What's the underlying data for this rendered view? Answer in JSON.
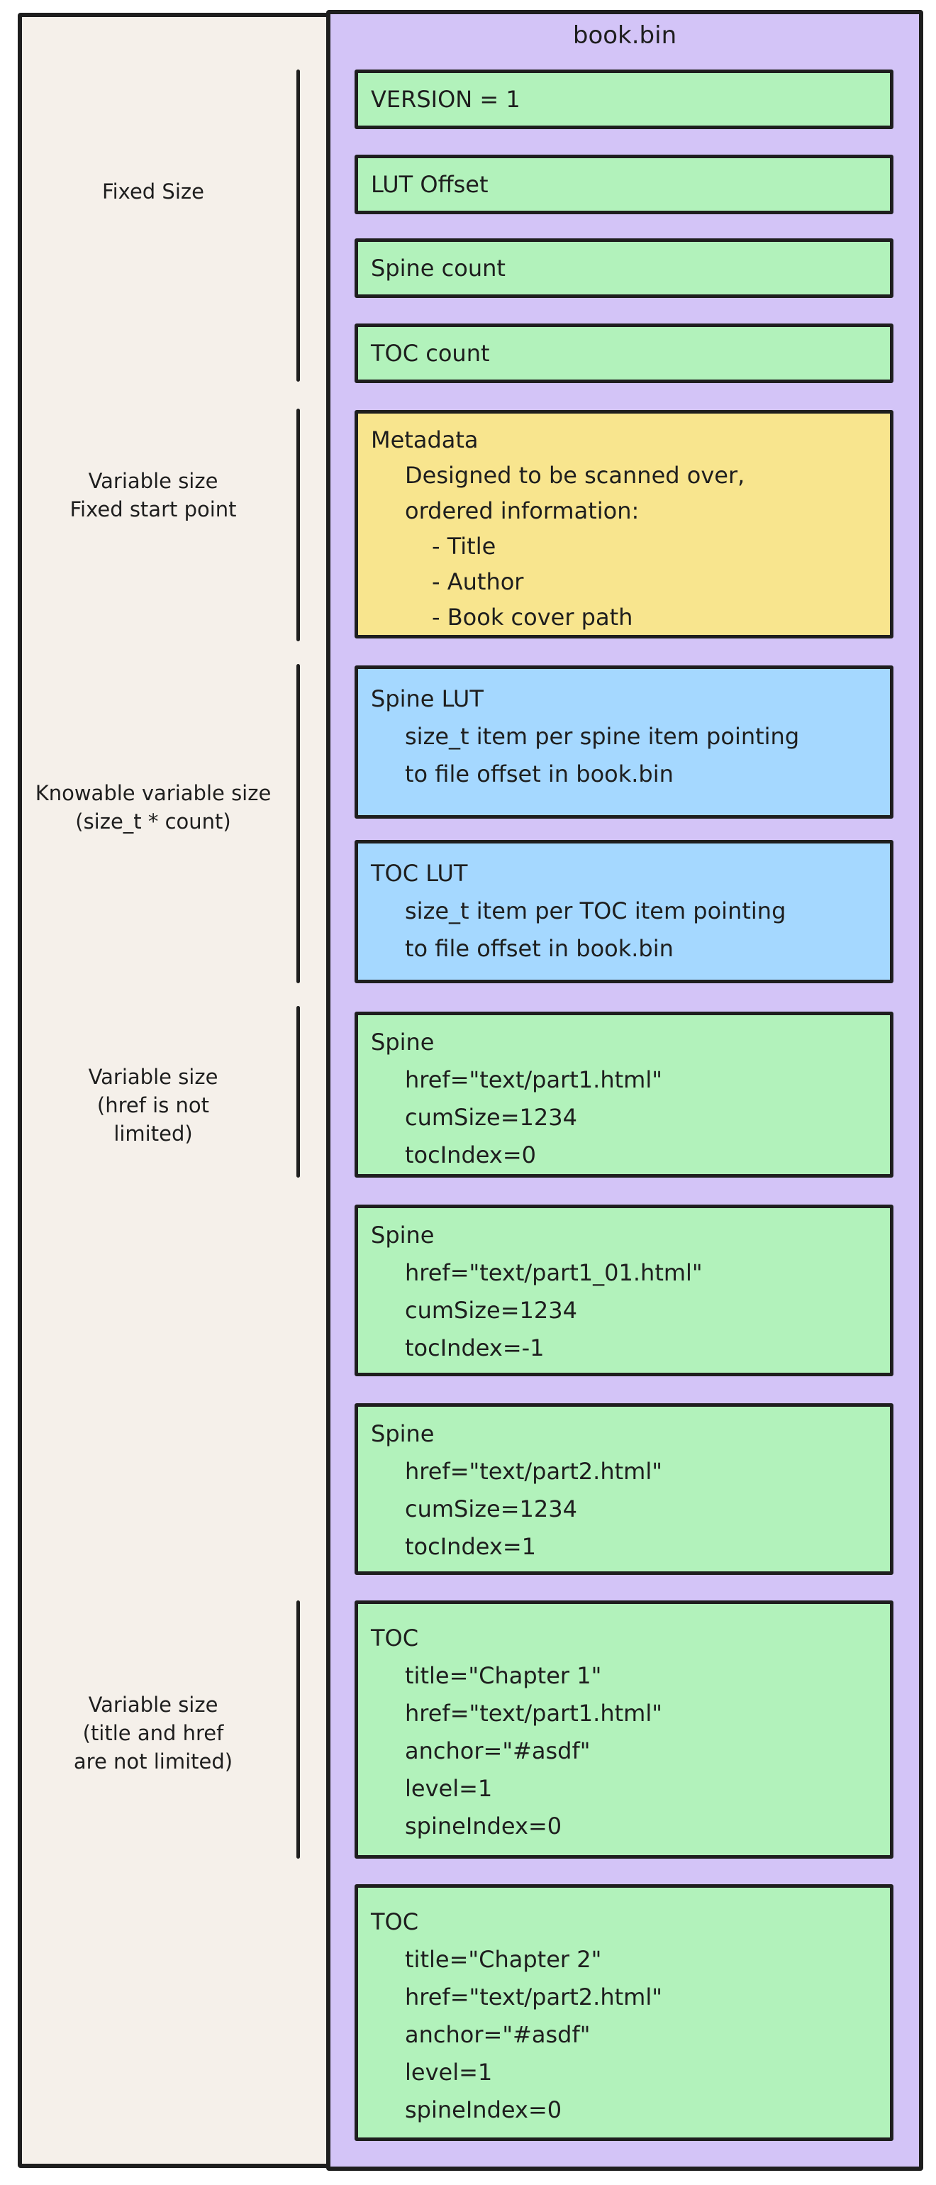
{
  "file": {
    "title": "book.bin"
  },
  "colors": {
    "container_fill": "#d3c4f7",
    "field_fill_green": "#b2f2bb",
    "lut_fill_blue": "#a5d8ff",
    "metadata_fill_yellow": "#f8e58e",
    "background_cream": "#f5f0ea",
    "stroke": "#1e1e1e"
  },
  "left_labels": [
    {
      "lines": [
        "Fixed Size"
      ]
    },
    {
      "lines": [
        "Variable size",
        "Fixed start point"
      ]
    },
    {
      "lines": [
        "Knowable variable size",
        "(size_t * count)"
      ]
    },
    {
      "lines": [
        "Variable size",
        "(href is not",
        "limited)"
      ]
    },
    {
      "lines": [
        "Variable size",
        "(title and href",
        "are not limited)"
      ]
    }
  ],
  "boxes": [
    {
      "kind": "green",
      "title": "VERSION = 1"
    },
    {
      "kind": "green",
      "title": "LUT Offset"
    },
    {
      "kind": "green",
      "title": "Spine count"
    },
    {
      "kind": "green",
      "title": "TOC count"
    },
    {
      "kind": "yellow",
      "title": "Metadata",
      "lines": [
        "Designed to be scanned over,",
        "ordered information:",
        "- Title",
        "- Author",
        "- Book cover path"
      ]
    },
    {
      "kind": "blue",
      "title": "Spine LUT",
      "lines": [
        "size_t item per spine item pointing",
        "to file offset in book.bin"
      ]
    },
    {
      "kind": "blue",
      "title": "TOC LUT",
      "lines": [
        "size_t item per TOC item pointing",
        "to file offset in book.bin"
      ]
    },
    {
      "kind": "green",
      "title": "Spine",
      "lines": [
        "href=\"text/part1.html\"",
        "cumSize=1234",
        "tocIndex=0"
      ]
    },
    {
      "kind": "green",
      "title": "Spine",
      "lines": [
        "href=\"text/part1_01.html\"",
        "cumSize=1234",
        "tocIndex=-1"
      ]
    },
    {
      "kind": "green",
      "title": "Spine",
      "lines": [
        "href=\"text/part2.html\"",
        "cumSize=1234",
        "tocIndex=1"
      ]
    },
    {
      "kind": "green",
      "title": "TOC",
      "lines": [
        "title=\"Chapter 1\"",
        "href=\"text/part1.html\"",
        "anchor=\"#asdf\"",
        "level=1",
        "spineIndex=0"
      ]
    },
    {
      "kind": "green",
      "title": "TOC",
      "lines": [
        "title=\"Chapter 2\"",
        "href=\"text/part2.html\"",
        "anchor=\"#asdf\"",
        "level=1",
        "spineIndex=0"
      ]
    }
  ]
}
